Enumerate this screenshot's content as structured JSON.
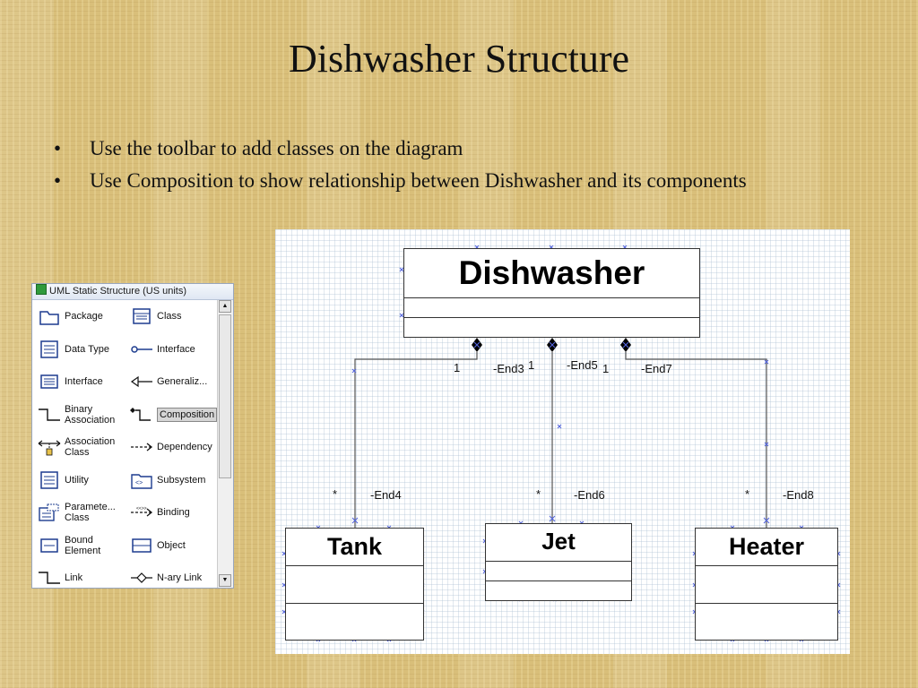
{
  "slide": {
    "title": "Dishwasher Structure",
    "bullets": [
      "Use the toolbar to add classes on the diagram",
      "Use Composition to show relationship between Dishwasher and its components"
    ],
    "bullet_symbol": "•"
  },
  "toolbar": {
    "title": "UML Static Structure (US units)",
    "items": [
      {
        "label": "Package",
        "icon": "package-icon"
      },
      {
        "label": "Class",
        "icon": "class-icon"
      },
      {
        "label": "Data Type",
        "icon": "data-type-icon"
      },
      {
        "label": "Interface",
        "icon": "interface-lollipop-icon"
      },
      {
        "label": "Interface",
        "icon": "interface-box-icon"
      },
      {
        "label": "Generaliz...",
        "icon": "generalization-arrow-icon"
      },
      {
        "label": "Binary\nAssociation",
        "icon": "binary-association-icon"
      },
      {
        "label": "Composition",
        "icon": "composition-icon",
        "selected": true
      },
      {
        "label": "Association\nClass",
        "icon": "association-class-icon"
      },
      {
        "label": "Dependency",
        "icon": "dependency-arrow-icon"
      },
      {
        "label": "Utility",
        "icon": "utility-icon"
      },
      {
        "label": "Subsystem",
        "icon": "subsystem-icon"
      },
      {
        "label": "Paramete...\nClass",
        "icon": "parameterized-class-icon"
      },
      {
        "label": "Binding",
        "icon": "binding-icon"
      },
      {
        "label": "Bound\nElement",
        "icon": "bound-element-icon"
      },
      {
        "label": "Object",
        "icon": "object-icon"
      },
      {
        "label": "Link",
        "icon": "link-icon"
      },
      {
        "label": "N-ary Link",
        "icon": "n-ary-link-icon"
      }
    ]
  },
  "diagram": {
    "classes": {
      "dishwasher": "Dishwasher",
      "tank": "Tank",
      "jet": "Jet",
      "heater": "Heater"
    },
    "associations": [
      {
        "whole": "Dishwasher",
        "part": "Tank",
        "whole_mult": "1",
        "whole_end": "-End3",
        "part_mult": "*",
        "part_end": "-End4"
      },
      {
        "whole": "Dishwasher",
        "part": "Jet",
        "whole_mult": "1",
        "whole_end": "-End5",
        "part_mult": "*",
        "part_end": "-End6"
      },
      {
        "whole": "Dishwasher",
        "part": "Heater",
        "whole_mult": "1",
        "whole_end": "-End7",
        "part_mult": "*",
        "part_end": "-End8"
      }
    ]
  },
  "colors": {
    "connection_point": "#5566dd",
    "line": "#555555",
    "background": "#d9bf7a"
  }
}
